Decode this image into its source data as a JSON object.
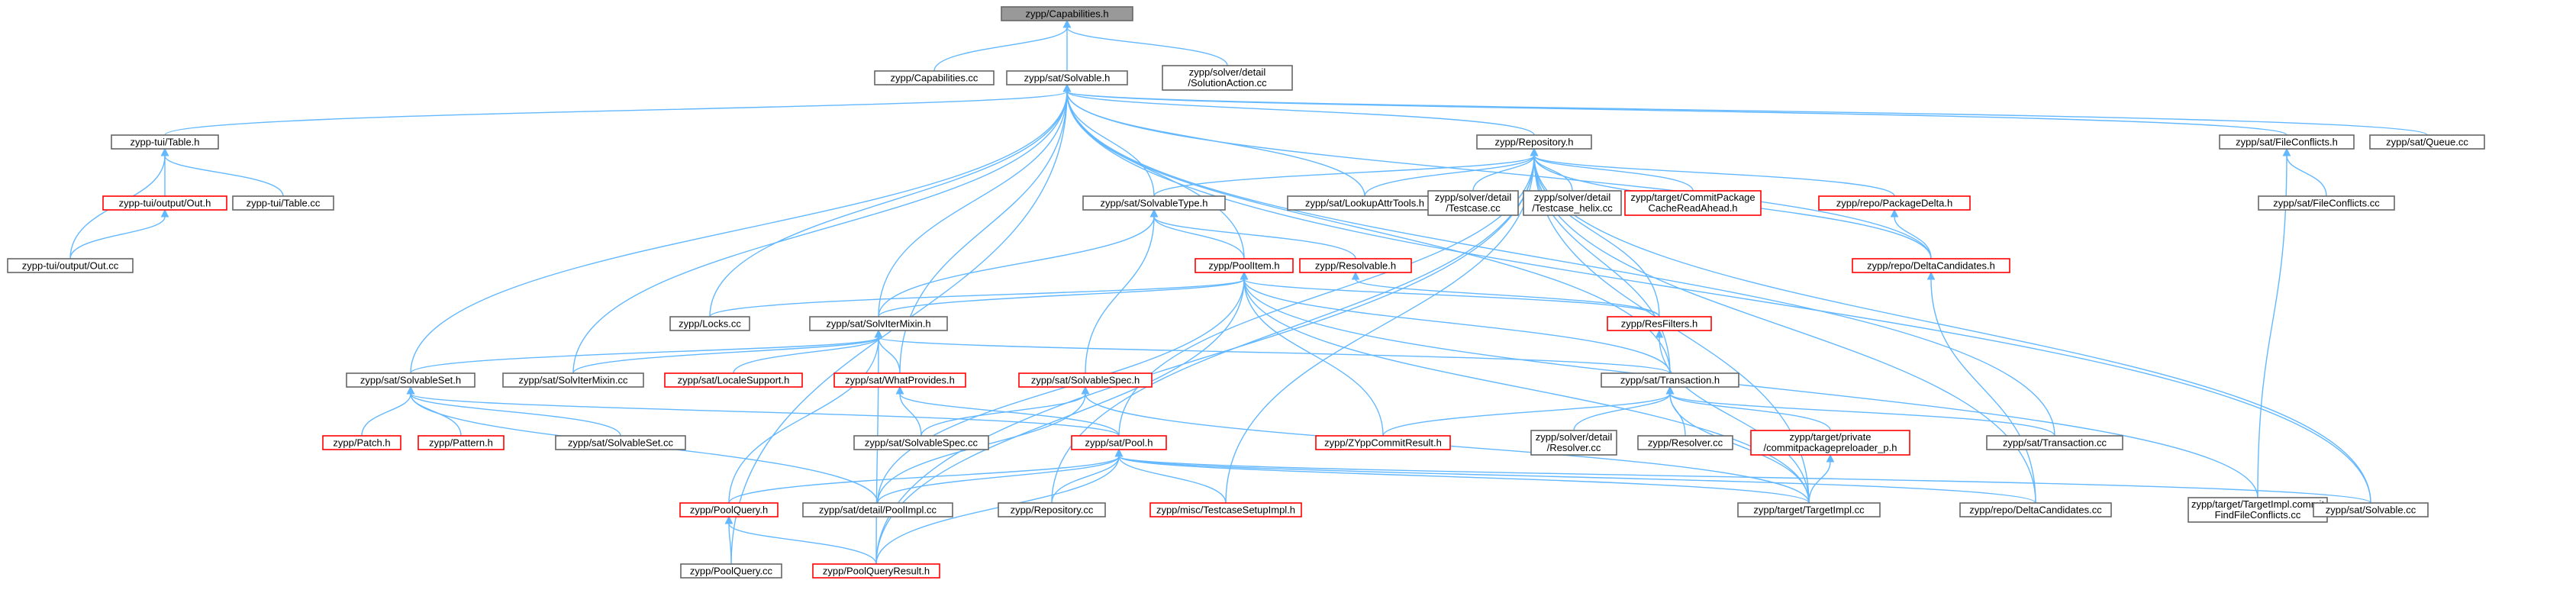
{
  "colors": {
    "edge": "#63b8ff",
    "root_fill": "#999999",
    "root_border": "#666666",
    "node_fill": "#ffffff",
    "node_border": "#666666",
    "truncated_border": "#ff0000"
  },
  "nodes": [
    {
      "id": "n0",
      "lines": [
        "zypp/Capabilities.h"
      ],
      "kind": "root"
    },
    {
      "id": "n1",
      "lines": [
        "zypp/Capabilities.cc"
      ],
      "kind": "normal"
    },
    {
      "id": "n2",
      "lines": [
        "zypp/sat/Solvable.h"
      ],
      "kind": "normal"
    },
    {
      "id": "n3",
      "lines": [
        "zypp/solver/detail",
        "/SolutionAction.cc"
      ],
      "kind": "normal"
    },
    {
      "id": "n4",
      "lines": [
        "zypp-tui/Table.h"
      ],
      "kind": "normal"
    },
    {
      "id": "n5",
      "lines": [
        "zypp/Repository.h"
      ],
      "kind": "normal"
    },
    {
      "id": "n6",
      "lines": [
        "zypp/sat/FileConflicts.h"
      ],
      "kind": "normal"
    },
    {
      "id": "n7",
      "lines": [
        "zypp/sat/Queue.cc"
      ],
      "kind": "normal"
    },
    {
      "id": "n8",
      "lines": [
        "zypp-tui/output/Out.h"
      ],
      "kind": "truncated"
    },
    {
      "id": "n9",
      "lines": [
        "zypp-tui/Table.cc"
      ],
      "kind": "normal"
    },
    {
      "id": "n10",
      "lines": [
        "zypp-tui/output/Out.cc"
      ],
      "kind": "normal"
    },
    {
      "id": "n11",
      "lines": [
        "zypp/sat/SolvableType.h"
      ],
      "kind": "normal"
    },
    {
      "id": "n12",
      "lines": [
        "zypp/sat/LookupAttrTools.h"
      ],
      "kind": "normal"
    },
    {
      "id": "n13",
      "lines": [
        "zypp/solver/detail",
        "/Testcase.cc"
      ],
      "kind": "normal"
    },
    {
      "id": "n14",
      "lines": [
        "zypp/solver/detail",
        "/Testcase_helix.cc"
      ],
      "kind": "normal"
    },
    {
      "id": "n15",
      "lines": [
        "zypp/target/CommitPackage",
        "CacheReadAhead.h"
      ],
      "kind": "truncated"
    },
    {
      "id": "n16",
      "lines": [
        "zypp/repo/PackageDelta.h"
      ],
      "kind": "truncated"
    },
    {
      "id": "n17",
      "lines": [
        "zypp/sat/FileConflicts.cc"
      ],
      "kind": "normal"
    },
    {
      "id": "n18",
      "lines": [
        "zypp/PoolItem.h"
      ],
      "kind": "truncated"
    },
    {
      "id": "n19",
      "lines": [
        "zypp/Resolvable.h"
      ],
      "kind": "truncated"
    },
    {
      "id": "n20",
      "lines": [
        "zypp/repo/DeltaCandidates.h"
      ],
      "kind": "truncated"
    },
    {
      "id": "n21",
      "lines": [
        "zypp/Locks.cc"
      ],
      "kind": "normal"
    },
    {
      "id": "n22",
      "lines": [
        "zypp/sat/SolvIterMixin.h"
      ],
      "kind": "normal"
    },
    {
      "id": "n23",
      "lines": [
        "zypp/ResFilters.h"
      ],
      "kind": "truncated"
    },
    {
      "id": "n24",
      "lines": [
        "zypp/sat/SolvableSet.h"
      ],
      "kind": "normal"
    },
    {
      "id": "n25",
      "lines": [
        "zypp/sat/SolvIterMixin.cc"
      ],
      "kind": "normal"
    },
    {
      "id": "n26",
      "lines": [
        "zypp/sat/LocaleSupport.h"
      ],
      "kind": "truncated"
    },
    {
      "id": "n27",
      "lines": [
        "zypp/sat/WhatProvides.h"
      ],
      "kind": "truncated"
    },
    {
      "id": "n28",
      "lines": [
        "zypp/sat/SolvableSpec.h"
      ],
      "kind": "truncated"
    },
    {
      "id": "n29",
      "lines": [
        "zypp/sat/Transaction.h"
      ],
      "kind": "normal"
    },
    {
      "id": "n30",
      "lines": [
        "zypp/Patch.h"
      ],
      "kind": "truncated"
    },
    {
      "id": "n31",
      "lines": [
        "zypp/Pattern.h"
      ],
      "kind": "truncated"
    },
    {
      "id": "n32",
      "lines": [
        "zypp/sat/SolvableSet.cc"
      ],
      "kind": "normal"
    },
    {
      "id": "n33",
      "lines": [
        "zypp/sat/SolvableSpec.cc"
      ],
      "kind": "normal"
    },
    {
      "id": "n34",
      "lines": [
        "zypp/sat/Pool.h"
      ],
      "kind": "truncated"
    },
    {
      "id": "n35",
      "lines": [
        "zypp/ZYppCommitResult.h"
      ],
      "kind": "truncated"
    },
    {
      "id": "n36",
      "lines": [
        "zypp/solver/detail",
        "/Resolver.cc"
      ],
      "kind": "normal"
    },
    {
      "id": "n37",
      "lines": [
        "zypp/Resolver.cc"
      ],
      "kind": "normal"
    },
    {
      "id": "n38",
      "lines": [
        "zypp/target/private",
        "/commitpackagepreloader_p.h"
      ],
      "kind": "truncated"
    },
    {
      "id": "n39",
      "lines": [
        "zypp/sat/Transaction.cc"
      ],
      "kind": "normal"
    },
    {
      "id": "n40",
      "lines": [
        "zypp/PoolQuery.h"
      ],
      "kind": "truncated"
    },
    {
      "id": "n41",
      "lines": [
        "zypp/sat/detail/PoolImpl.cc"
      ],
      "kind": "normal"
    },
    {
      "id": "n42",
      "lines": [
        "zypp/Repository.cc"
      ],
      "kind": "normal"
    },
    {
      "id": "n43",
      "lines": [
        "zypp/misc/TestcaseSetupImpl.h"
      ],
      "kind": "truncated"
    },
    {
      "id": "n44",
      "lines": [
        "zypp/target/TargetImpl.cc"
      ],
      "kind": "normal"
    },
    {
      "id": "n45",
      "lines": [
        "zypp/repo/DeltaCandidates.cc"
      ],
      "kind": "normal"
    },
    {
      "id": "n46",
      "lines": [
        "zypp/target/TargetImpl.commit",
        "FindFileConflicts.cc"
      ],
      "kind": "normal"
    },
    {
      "id": "n47",
      "lines": [
        "zypp/sat/Solvable.cc"
      ],
      "kind": "normal"
    },
    {
      "id": "n48",
      "lines": [
        "zypp/PoolQuery.cc"
      ],
      "kind": "normal"
    },
    {
      "id": "n49",
      "lines": [
        "zypp/PoolQueryResult.h"
      ],
      "kind": "truncated"
    }
  ]
}
